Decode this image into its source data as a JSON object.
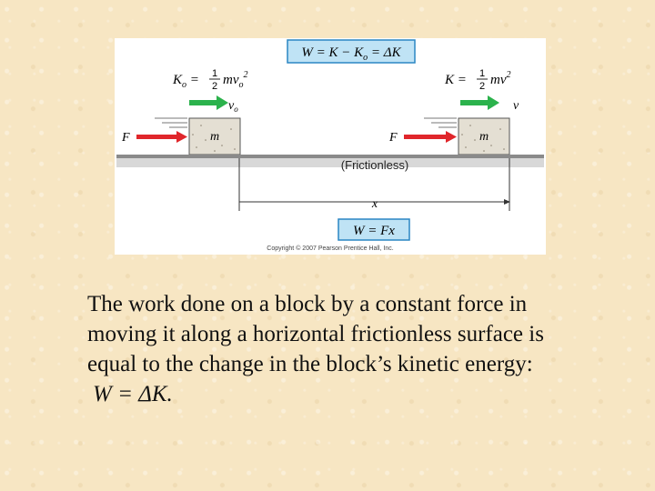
{
  "figure": {
    "top_equation": "W = K − K",
    "top_equation_sub": "o",
    "top_equation_tail": " = ΔK",
    "left_ke_lhs": "K",
    "left_ke_sub": "o",
    "left_ke_eq": " =",
    "left_ke_num": "1",
    "left_ke_den": "2",
    "left_ke_rhs": "mv",
    "left_ke_rhs_sub": "o",
    "left_ke_rhs_sup": "2",
    "right_ke_lhs": "K =",
    "right_ke_num": "1",
    "right_ke_den": "2",
    "right_ke_rhs": "mv",
    "right_ke_rhs_sup": "2",
    "left_velocity": "v",
    "left_velocity_sub": "o",
    "right_velocity": "v",
    "left_force": "F",
    "right_force": "F",
    "left_mass": "m",
    "right_mass": "m",
    "surface_label": "(Frictionless)",
    "displacement": "x",
    "bottom_equation": "W = Fx",
    "copyright": "Copyright © 2007 Pearson Prentice Hall, Inc.",
    "colors": {
      "equation_box_fill": "#bfe3f5",
      "equation_box_stroke": "#2a86c4",
      "arrow_red": "#e0262b",
      "block_fill": "#e4dfd3"
    }
  },
  "caption": {
    "line1": "The work done on a block by a constant force in",
    "line2": "moving it along a horizontal frictionless surface is",
    "line3": "equal to the change in the block’s kinetic energy:",
    "equation": "W = ΔK."
  }
}
